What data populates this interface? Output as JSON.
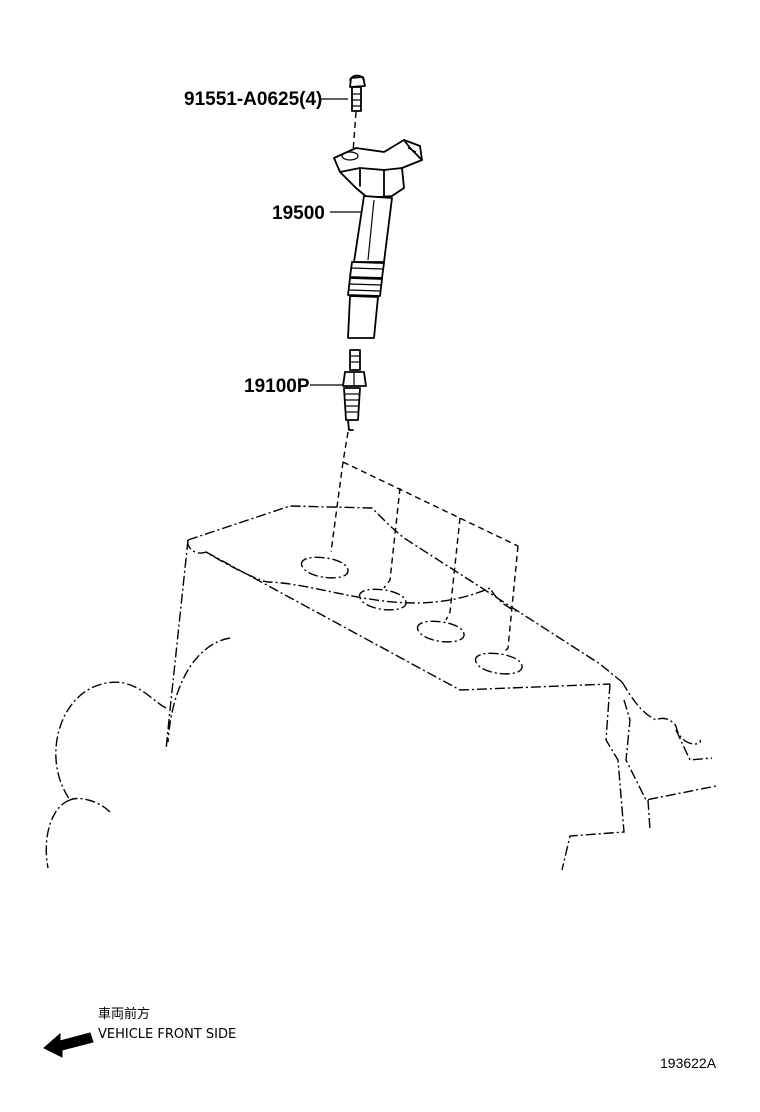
{
  "parts": {
    "bolt": {
      "number": "91551-A0625(4)"
    },
    "ignition_coil": {
      "number": "19500"
    },
    "spark_plug": {
      "number": "19100P"
    }
  },
  "direction_note": {
    "japanese": "車両前方",
    "english": "VEHICLE FRONT SIDE",
    "icon": "arrow-left-icon"
  },
  "illustration_code": "193622A"
}
